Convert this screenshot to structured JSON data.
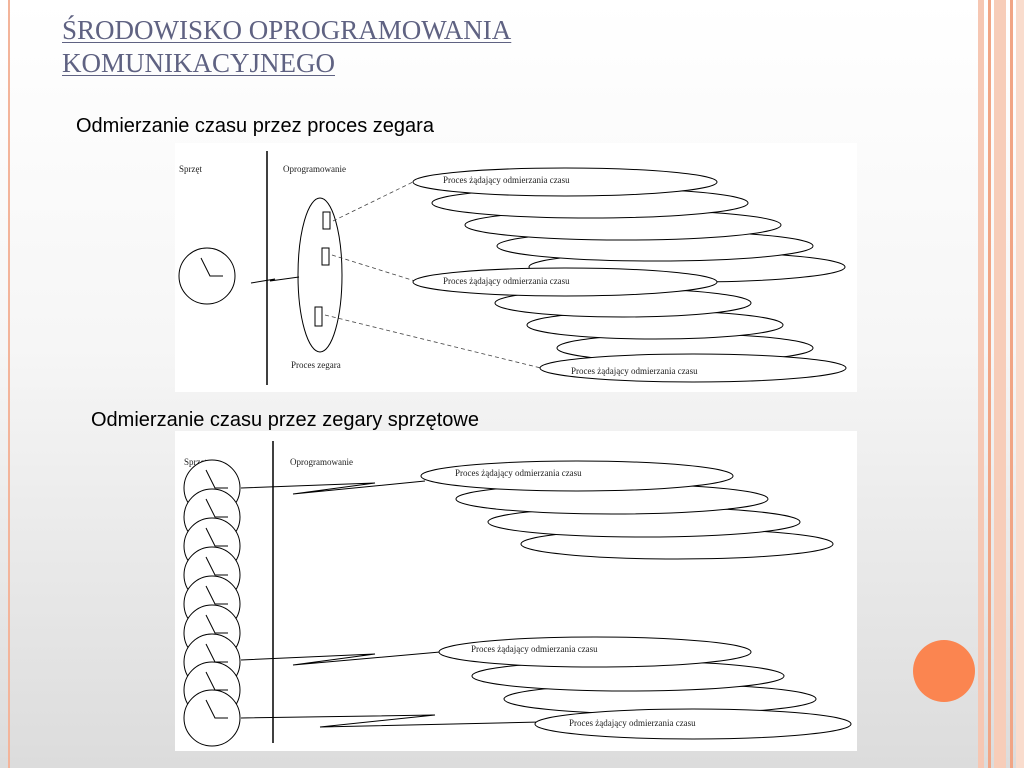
{
  "title": {
    "line1": "ŚRODOWISKO OPROGRAMOWANIA",
    "line2": "KOMUNIKACYJNEGO"
  },
  "section1": {
    "caption": "Odmierzanie czasu przez proces zegara",
    "diagram": {
      "hardware_label": "Sprzęt",
      "software_label": "Oprogramowanie",
      "clock_process_label": "Proces zegara",
      "process_labels": [
        "Proces żądający odmierzania czasu",
        "Proces żądający odmierzania czasu",
        "Proces żądający odmierzania czasu"
      ]
    }
  },
  "section2": {
    "caption": "Odmierzanie czasu przez zegary sprzętowe",
    "diagram": {
      "hardware_label": "Sprzęt",
      "software_label": "Oprogramowanie",
      "process_labels": [
        "Proces żądający odmierzania czasu",
        "Proces żądający odmierzania czasu",
        "Proces żądający odmierzania czasu"
      ]
    }
  },
  "colors": {
    "title": "#5f6282",
    "accent_dot": "#fb8550",
    "edge_strip": "#f3b49a"
  }
}
